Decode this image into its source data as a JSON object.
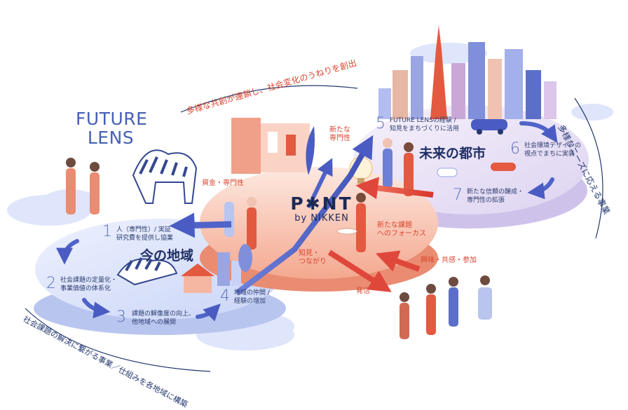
{
  "brand": {
    "future_lens_line1": "FUTURE",
    "future_lens_line2": "LENS",
    "point_line1": "P✱NT",
    "point_line2": "by NIKKEN"
  },
  "headlines": {
    "top_arc": "多様な共創が連鎖し、社会変化のうねりを創出",
    "bottom_arc": "社会課題の解決に繋がる事業／仕組みを各地域に構築",
    "right_arc": "多様なニーズに応える事業"
  },
  "regions": {
    "now": "今の地域",
    "future": "未来の都市"
  },
  "steps": [
    {
      "num": "1",
      "line1": "人（専門性）/ 実証",
      "line2": "研究費を提供し協業"
    },
    {
      "num": "2",
      "line1": "社会課題の定量化・",
      "line2": "事業価値の体系化"
    },
    {
      "num": "3",
      "line1": "課題の解像度の向上、",
      "line2": "他地域への展開"
    },
    {
      "num": "4",
      "line1": "地域の仲間 /",
      "line2": "経験の増加"
    },
    {
      "num": "5",
      "line1": "FUTURE LENSの経験 /",
      "line2": "知見をまちづくりに活用"
    },
    {
      "num": "6",
      "line1": "社会環境デザインの",
      "line2": "視点でまちに実装"
    },
    {
      "num": "7",
      "line1": "新たな信頼の醸成・",
      "line2": "専門性の拡張"
    }
  ],
  "flows": {
    "new_expertise_1": "新たな",
    "new_expertise_2": "専門性",
    "funding": "資金・専門性",
    "new_issue_1": "新たな課題",
    "new_issue_2": "へのフォーカス",
    "knowledge_1": "知見・",
    "knowledge_2": "つながり",
    "interest": "興味・共感・参加",
    "outreach": "発信"
  },
  "colors": {
    "now_circle": "#dfe6fb",
    "future_circle": "#ece6f7",
    "point_circle": "#fbd8cc",
    "arrow_blue": "#4f63c8",
    "arrow_red": "#e0473b",
    "text_red": "#d9452f",
    "text_navy": "#243870"
  }
}
